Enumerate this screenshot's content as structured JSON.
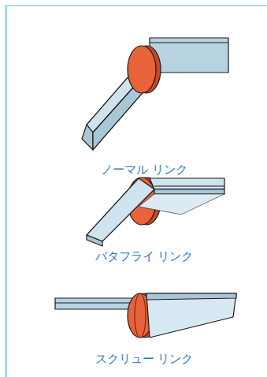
{
  "diagram": {
    "labels": [
      "ノーマル リンク",
      "バタフライ リンク",
      "スクリュー リンク"
    ]
  }
}
